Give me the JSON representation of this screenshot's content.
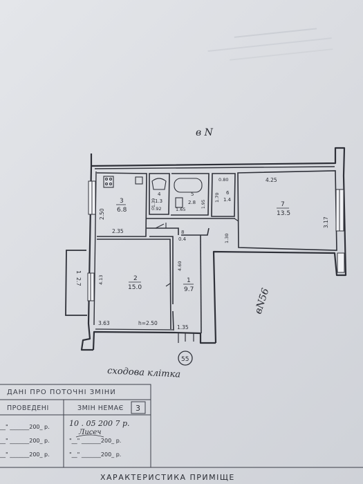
{
  "plan": {
    "orientation_label": "в N",
    "stair_label": "сходова клітка",
    "stair_number": "55",
    "neighbor_label": "вN56",
    "rooms": [
      {
        "num": "1",
        "area": "9.7"
      },
      {
        "num": "2",
        "area": "15.0"
      },
      {
        "num": "3",
        "area": "6.8"
      },
      {
        "num": "4",
        "area": "1.3"
      },
      {
        "num": "5",
        "area": "2.8"
      },
      {
        "num": "6",
        "area": "1.4"
      },
      {
        "num": "7",
        "area": "13.5"
      },
      {
        "num": "8",
        "area": "0.4"
      },
      {
        "num": "1",
        "area": "2.7"
      }
    ],
    "dims": {
      "d_425": "4.25",
      "d_317": "3.17",
      "d_250": "2.50",
      "d_235": "2.35",
      "d_092": "0.92",
      "d_165": "1.65",
      "d_170": "1.70",
      "d_080": "0.80",
      "d_130": "1.30",
      "d_460": "4.60",
      "d_413": "4.13",
      "d_363": "3.63",
      "d_h250": "h=2.50",
      "d_135": "1.35",
      "d_139": "1.39",
      "d_195": "1.95"
    }
  },
  "changes_table": {
    "title": "ДАНІ ПРО ПОТОЧНІ ЗМІНИ",
    "col1_header": "ПРОВЕДЕНІ",
    "col2_header": "ЗМІН НЕМАЄ",
    "box_number": "3",
    "rows": [
      {
        "left": "__\" _______200_ р.",
        "right": "10 . 05 200 7 р."
      },
      {
        "left": "__\" _______200_ р.",
        "right": "\"__\" _______200_ р."
      },
      {
        "left": "__\" _______200_ р.",
        "right": "\"__\" _______200_ р."
      }
    ],
    "signature": "Лисеч"
  },
  "bottom_heading": "ХАРАКТЕРИСТИКА ПРИМІЩЕ"
}
